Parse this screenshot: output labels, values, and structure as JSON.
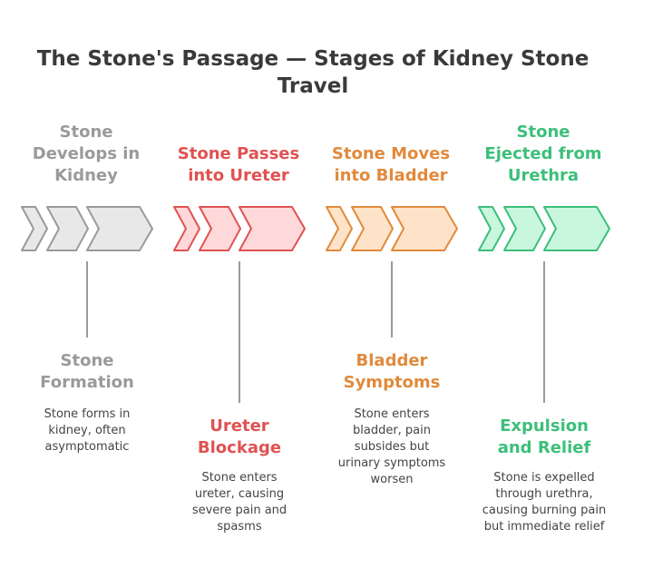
{
  "title": {
    "line1": "The Stone's Passage — Stages of Kidney Stone",
    "line2": "Travel"
  },
  "colors": {
    "gray": "#9a9a9a",
    "red": "#e05252",
    "orange": "#e08a3c",
    "green": "#3cbf7a"
  },
  "stages": [
    {
      "title": [
        "Stone",
        "Develops in",
        "Kidney"
      ],
      "heading": [
        "Stone",
        "Formation"
      ],
      "description": [
        "Stone forms in",
        "kidney, often",
        "asymptomatic"
      ]
    },
    {
      "title": [
        "Stone Passes",
        "into Ureter"
      ],
      "heading": [
        "Ureter",
        "Blockage"
      ],
      "description": [
        "Stone enters",
        "ureter, causing",
        "severe pain and",
        "spasms"
      ]
    },
    {
      "title": [
        "Stone Moves",
        "into Bladder"
      ],
      "heading": [
        "Bladder",
        "Symptoms"
      ],
      "description": [
        "Stone enters",
        "bladder, pain",
        "subsides but",
        "urinary symptoms",
        "worsen"
      ]
    },
    {
      "title": [
        "Stone",
        "Ejected from",
        "Urethra"
      ],
      "heading": [
        "Expulsion",
        "and Relief"
      ],
      "description": [
        "Stone is expelled",
        "through urethra,",
        "causing burning pain",
        "but immediate relief"
      ]
    }
  ]
}
